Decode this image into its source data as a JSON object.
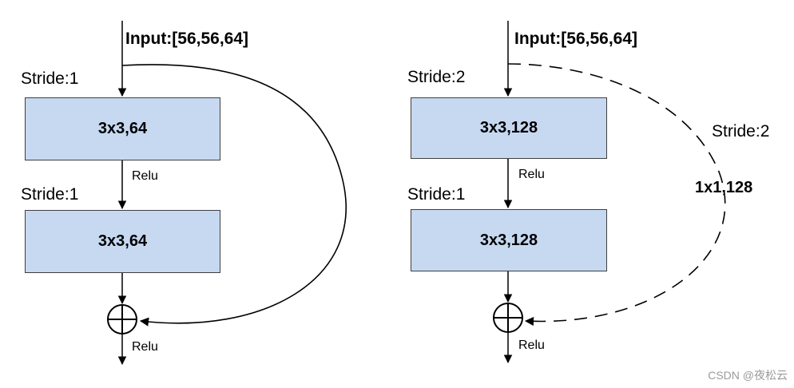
{
  "colors": {
    "block_fill": "#c6d9f1",
    "line": "#000000"
  },
  "left": {
    "input": "Input:[56,56,64]",
    "stride_1": "Stride:1",
    "block_1": "3x3,64",
    "relu_mid": "Relu",
    "stride_2": "Stride:1",
    "block_2": "3x3,64",
    "relu_out": "Relu"
  },
  "right": {
    "input": "Input:[56,56,64]",
    "stride_1": "Stride:2",
    "block_1": "3x3,128",
    "relu_mid": "Relu",
    "stride_2": "Stride:1",
    "block_2": "3x3,128",
    "relu_out": "Relu",
    "shortcut_stride": "Stride:2",
    "shortcut_conv": "1x1,128"
  },
  "watermark": "CSDN @夜松云"
}
